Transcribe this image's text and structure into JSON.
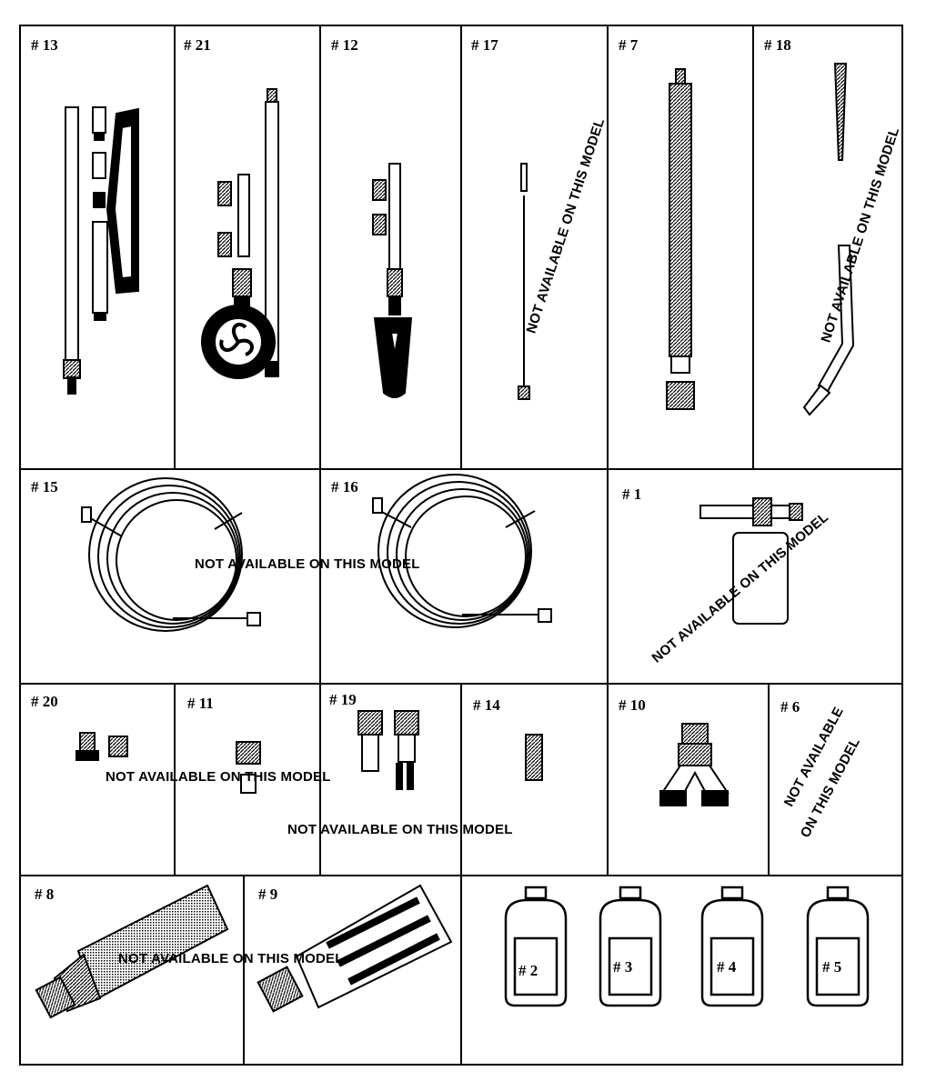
{
  "not_available_text": "NOT AVAILABLE ON THIS MODEL",
  "not_available_line1": "NOT AVAILABLE",
  "not_available_line2": "ON THIS MODEL",
  "parts": [
    {
      "id": "13",
      "label": "# 13"
    },
    {
      "id": "21",
      "label": "# 21"
    },
    {
      "id": "12",
      "label": "# 12"
    },
    {
      "id": "17",
      "label": "# 17"
    },
    {
      "id": "7",
      "label": "# 7"
    },
    {
      "id": "18",
      "label": "# 18"
    },
    {
      "id": "15",
      "label": "# 15"
    },
    {
      "id": "16",
      "label": "# 16"
    },
    {
      "id": "1",
      "label": "# 1"
    },
    {
      "id": "20",
      "label": "# 20"
    },
    {
      "id": "11",
      "label": "# 11"
    },
    {
      "id": "19",
      "label": "# 19"
    },
    {
      "id": "14",
      "label": "# 14"
    },
    {
      "id": "10",
      "label": "# 10"
    },
    {
      "id": "6",
      "label": "# 6"
    },
    {
      "id": "8",
      "label": "# 8"
    },
    {
      "id": "9",
      "label": "# 9"
    }
  ],
  "jugs": [
    {
      "id": "2",
      "label": "# 2"
    },
    {
      "id": "3",
      "label": "# 3"
    },
    {
      "id": "4",
      "label": "# 4"
    },
    {
      "id": "5",
      "label": "# 5"
    }
  ]
}
